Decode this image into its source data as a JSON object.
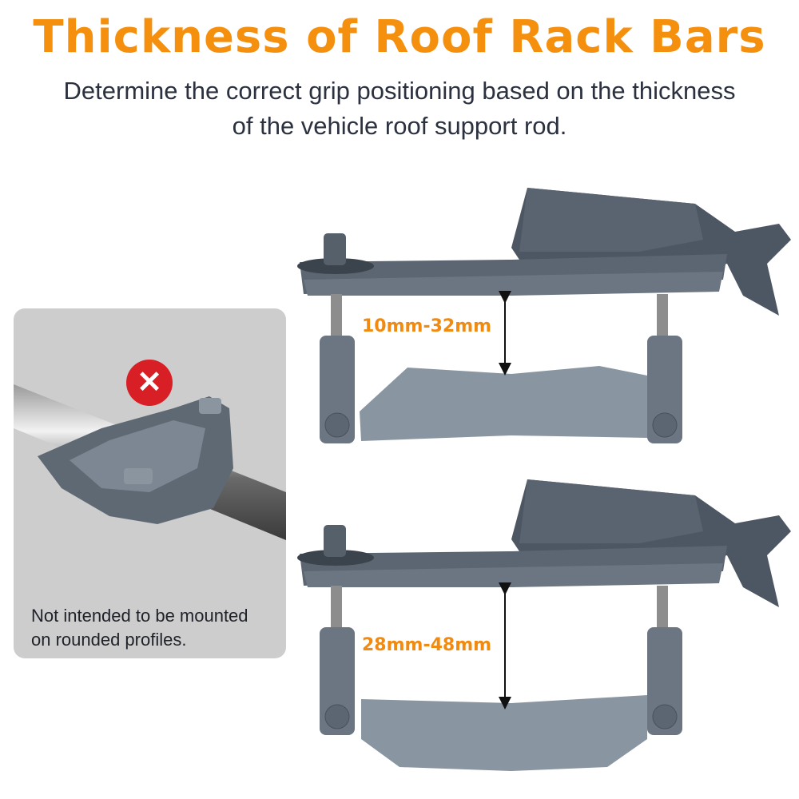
{
  "header": {
    "title": "Thickness of Roof Rack Bars",
    "subtitle_line1": "Determine the correct grip positioning based on the thickness",
    "subtitle_line2": "of the vehicle roof support rod."
  },
  "warning_panel": {
    "icon": "x-icon",
    "icon_glyph": "✕",
    "note_line1": "Not intended to be mounted",
    "note_line2": "on rounded profiles.",
    "badge_color": "#d81f26"
  },
  "clamps": [
    {
      "range_label": "10mm-32mm"
    },
    {
      "range_label": "28mm-48mm"
    }
  ],
  "colors": {
    "title": "#f5900f",
    "range": "#f08a10",
    "metal": "#6b7682"
  }
}
